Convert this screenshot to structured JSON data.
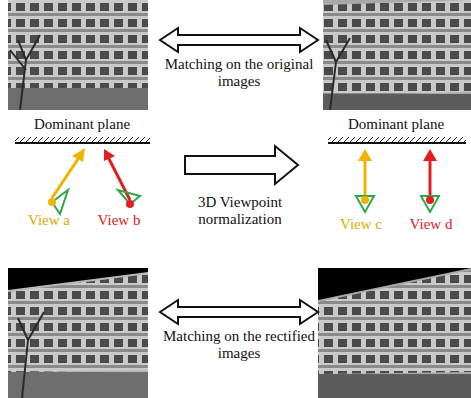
{
  "diagram": {
    "labels": [
      "Matching on the original images",
      "Dominant plane",
      "View a",
      "View b",
      "3D Viewpoint normalization",
      "Dominant plane",
      "View c",
      "View d",
      "Matching on the rectified images"
    ]
  }
}
